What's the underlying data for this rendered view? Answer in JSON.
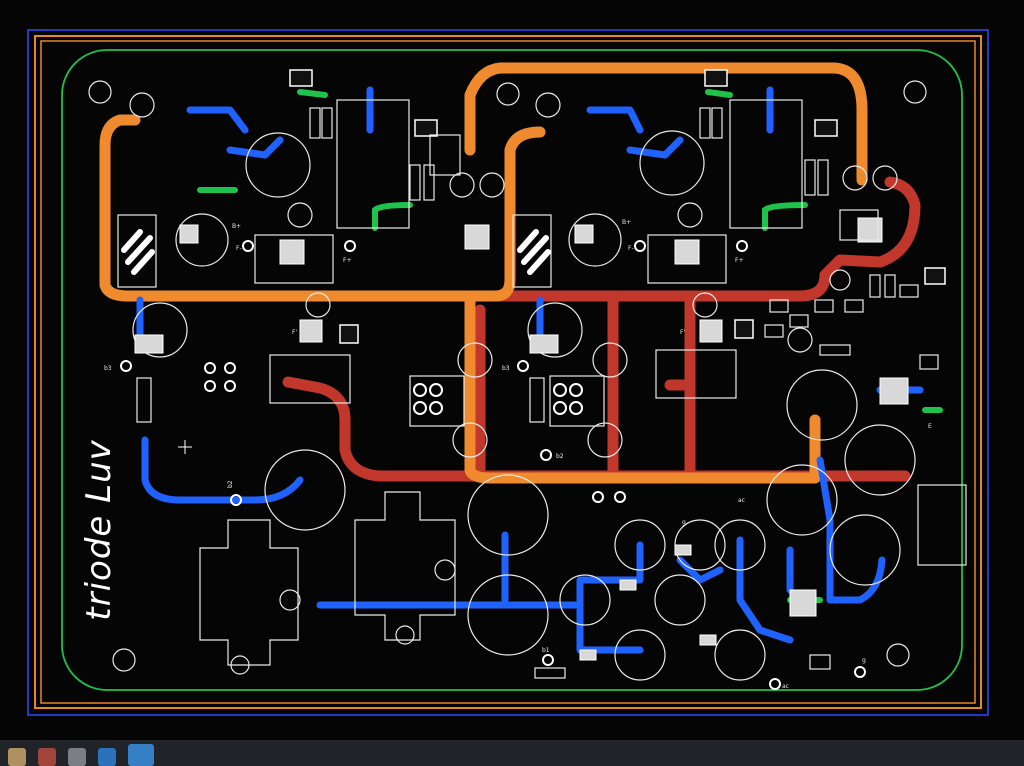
{
  "board": {
    "title": "triode Luv",
    "colors": {
      "background": "#050505",
      "board_edge_green": "#22c04a",
      "keepout_orange": "#e8862a",
      "outline_blue": "#2a4cff",
      "trace_blue": "#1f62ff",
      "trace_orange": "#f08a2e",
      "trace_red": "#c1372b",
      "trace_green": "#1fc24a",
      "silkscreen": "#eaeaea"
    },
    "labels": {
      "b_plus_1": "B+",
      "b_plus_2": "B+",
      "f_minus_1": "F-",
      "f_plus_1": "F+",
      "f_minus_2": "F-",
      "f_plus_2": "F+",
      "f_prime_1": "F'",
      "f_prime_2": "F'",
      "b3_1": "b3",
      "b3_2": "b3",
      "b2_1": "b2",
      "b2_2": "b2",
      "b1": "b1",
      "ac_1": "ac",
      "ac_2": "ac",
      "g_1": "g",
      "g_2": "g",
      "e": "E"
    }
  },
  "taskbar": {
    "icons": [
      "app-icon-1",
      "app-icon-2",
      "app-icon-3",
      "app-icon-4",
      "app-icon-5"
    ]
  }
}
